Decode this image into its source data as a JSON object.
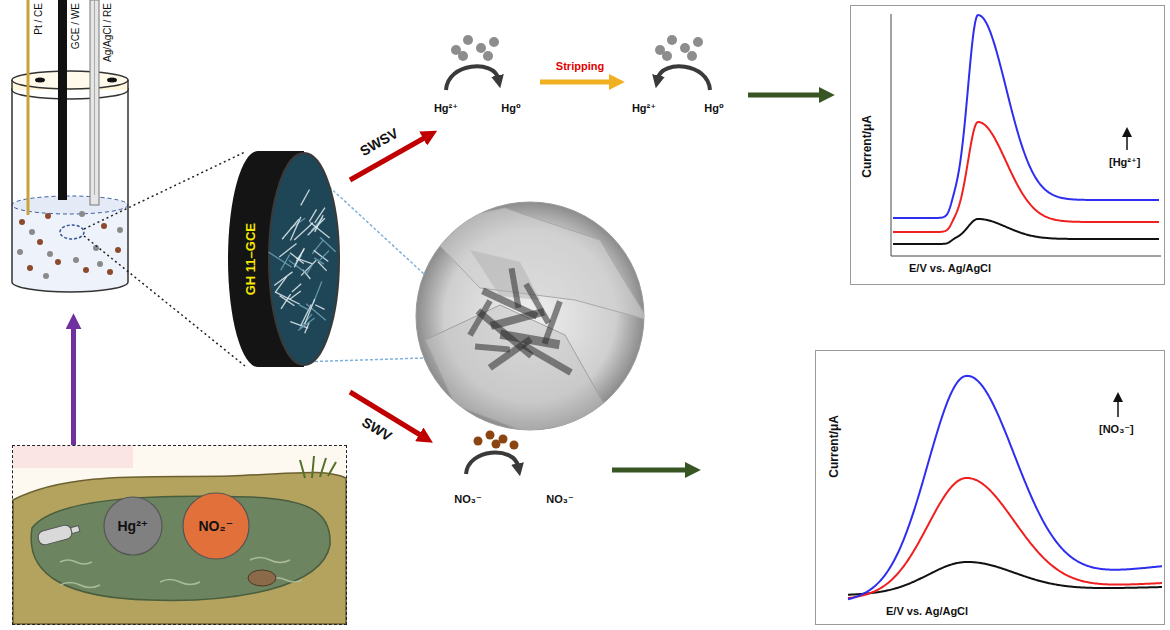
{
  "diagram": {
    "nodes": [
      {
        "text": [
          "Pt / CE",
          "GCE / WE",
          "Ag/AgCl / RE"
        ]
      },
      {
        "text": [
          "GH 11–GCE"
        ]
      },
      {
        "text": [
          "Current/μA",
          "E/V vs. Ag/AgCl",
          "[Hg²⁺]"
        ]
      },
      {
        "text": [
          "Current/μA",
          "E/V vs. Ag/AgCl",
          "[NO₃⁻]"
        ]
      },
      {
        "text": []
      },
      {
        "text": [
          "Hg²⁺"
        ],
        "in": 4
      },
      {
        "text": [
          "NO₂⁻"
        ],
        "in": 4
      }
    ],
    "edges": [
      {
        "from": 4,
        "to": 0,
        "arrow": "to"
      }
    ],
    "labels": [
      "SWSV",
      "Hg²⁺",
      "Hg⁰",
      "Stripping",
      "Hg²⁺",
      "Hg⁰",
      "SWV",
      "NO₃⁻",
      "NO₃⁻"
    ]
  }
}
